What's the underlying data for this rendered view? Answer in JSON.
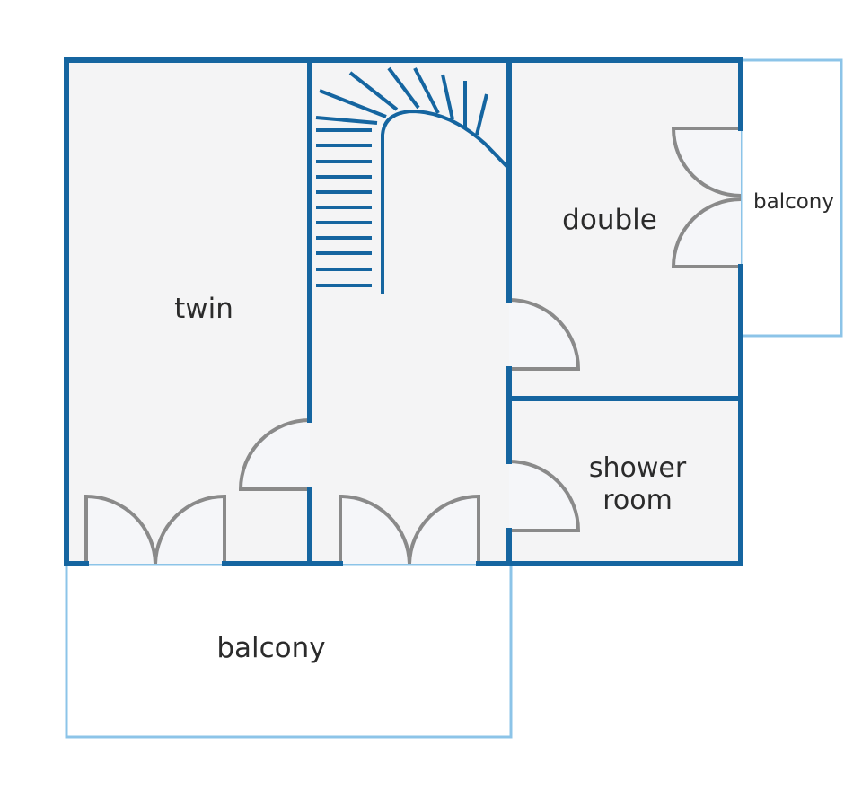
{
  "colors": {
    "wall": "#1565a0",
    "balcony_outline": "#8cc4e8",
    "floor": "#f4f4f5",
    "door_line": "#8a8a8a",
    "door_fill": "#f5f6f9",
    "stair": "#1565a0",
    "label": "#2b2b2b",
    "background": "#ffffff"
  },
  "rooms": {
    "twin": "twin",
    "double": "double",
    "shower_line1": "shower",
    "shower_line2": "room",
    "balcony_bottom": "balcony",
    "balcony_right": "balcony"
  }
}
